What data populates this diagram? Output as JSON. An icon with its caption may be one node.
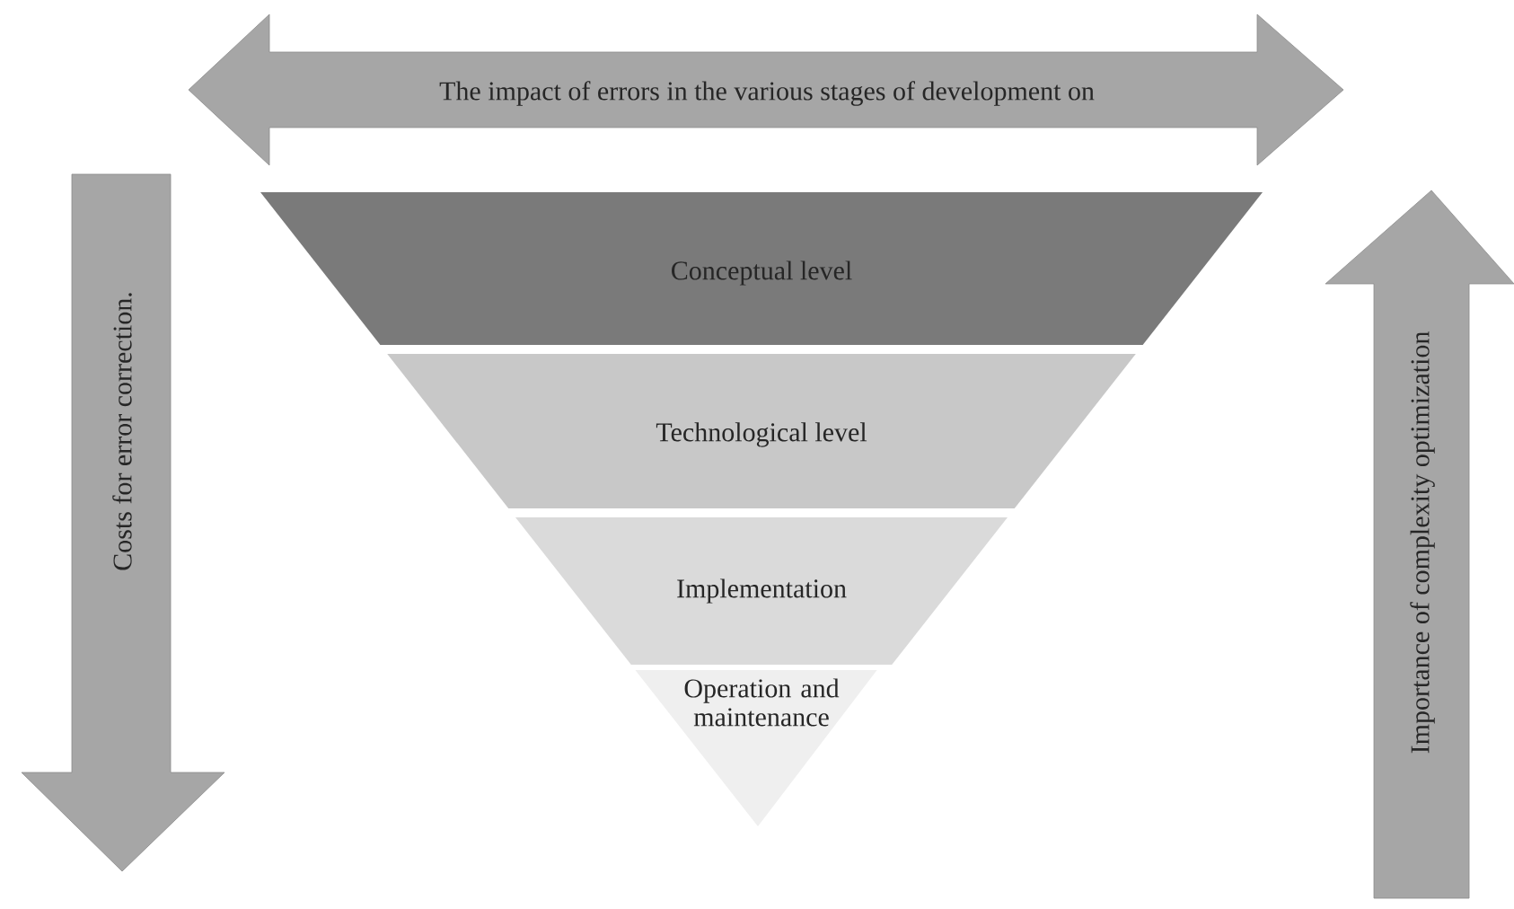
{
  "diagram": {
    "nodes": [
      {
        "text": [
          "The impact of errors in the various stages of development on"
        ]
      },
      {
        "text": [
          "Costs for error correction."
        ]
      },
      {
        "text": [
          "Conceptual level"
        ]
      },
      {
        "text": [
          "Technological level"
        ]
      },
      {
        "text": [
          "Implementation"
        ]
      },
      {
        "text": [
          "Operation and maintenance"
        ]
      },
      {
        "text": [
          "Importance of complexity optimization"
        ]
      }
    ]
  }
}
